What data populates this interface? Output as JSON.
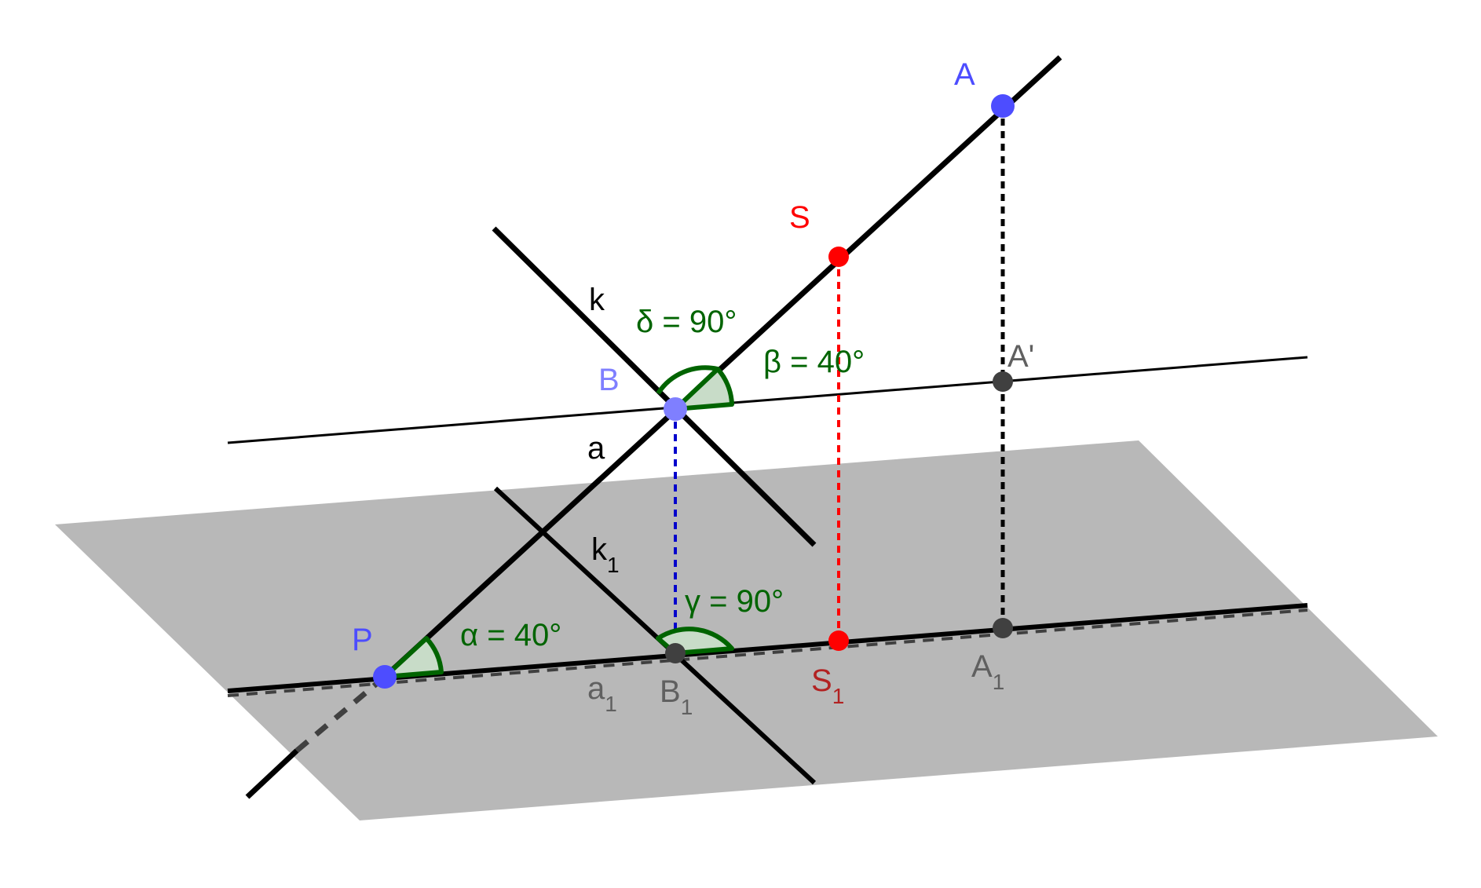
{
  "colors": {
    "plane_fill": "#b8b8b8",
    "line": "#000000",
    "angle": "#006400",
    "angle_fill": "#c8dcc8",
    "point_blue": "#4d4dff",
    "point_light_blue": "#7f7fff",
    "point_red": "#ff0000",
    "point_gray": "#404040",
    "label_blue": "#4d4dff",
    "label_light_blue": "#7f7fff",
    "label_red": "#ff0000",
    "label_dark_red": "#b22222",
    "label_gray": "#606060",
    "dash_blue": "#0000cc",
    "dash_red": "#ff0000",
    "dash_black": "#000000"
  },
  "points": {
    "A": {
      "label": "A"
    },
    "S": {
      "label": "S"
    },
    "B": {
      "label": "B"
    },
    "P": {
      "label": "P"
    },
    "A_prime": {
      "label": "A'"
    },
    "A1": {
      "label": "A",
      "sub": "1"
    },
    "S1": {
      "label": "S",
      "sub": "1"
    },
    "B1": {
      "label": "B",
      "sub": "1"
    }
  },
  "lines": {
    "a": {
      "label": "a"
    },
    "k": {
      "label": "k"
    },
    "k1": {
      "label": "k",
      "sub": "1"
    },
    "a1": {
      "label": "a",
      "sub": "1"
    }
  },
  "angles": {
    "alpha": {
      "label": "α = 40°"
    },
    "beta": {
      "label": "β = 40°"
    },
    "gamma": {
      "label": "γ = 90°"
    },
    "delta": {
      "label": "δ = 90°"
    }
  }
}
